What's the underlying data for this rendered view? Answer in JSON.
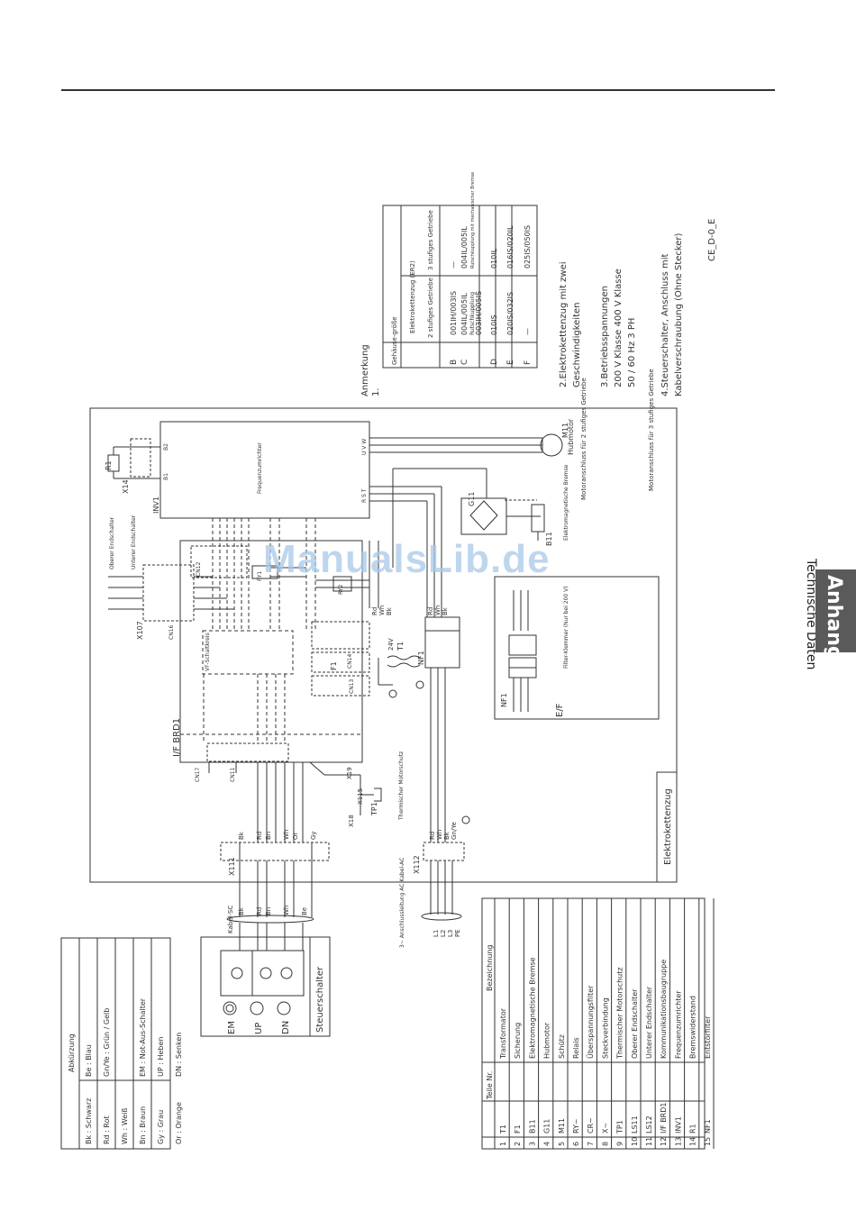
{
  "header": {
    "section": "Technische Daten",
    "tab": "Anhang"
  },
  "drawing_code": "CE_D-0_E",
  "watermark": "ManualsLib.de",
  "notes": {
    "title": "Anmerkung",
    "n1": "1.",
    "table": {
      "h_size": "Gehäuse-größe",
      "h_group": "Elektrokettenzug (ER2)",
      "h_2": "2 stufiges Getriebe",
      "h_3": "3 stufiges Getriebe",
      "rows": [
        {
          "size": "B",
          "c2": "001IH/003IS",
          "c3": "—"
        },
        {
          "size": "C",
          "c2": "004IL/005IL",
          "c3": "004IL/005IL"
        },
        {
          "size": "",
          "c2": "003IH/005IS",
          "c3": "—"
        },
        {
          "size": "D",
          "c2": "010IS",
          "c3": "010IL"
        },
        {
          "size": "E",
          "c2": "020IS/032IS",
          "c3": "016IS/020IL"
        },
        {
          "size": "F",
          "c2": "—",
          "c3": "025IS/050IS"
        }
      ],
      "c_sub2": "Rutschkupplung",
      "c_sub3": "Rutschkupplung mit mechanischer Bremse"
    },
    "n2a": "2.Elektrokettenzug mit zwei",
    "n2b": "Geschwindigkeiten",
    "n3a": "3.Betriebsspannungen",
    "n3b": "200 V Klasse 400 V Klasse",
    "n3c": "50 / 60 Hz 3 PH",
    "n4a": "4.Steuerschalter, Anschluss mit",
    "n4b": "Kabelverschraubung (Ohne Stecker)"
  },
  "schematic": {
    "main_label": "Elektrokettenzug",
    "inv": "INV1",
    "freq": "Frequenzumrichter",
    "brd": "I/F BRD1",
    "vf": "VF-Schaltkreis",
    "r1": "R1",
    "x14": "X14",
    "b1": "B1",
    "b2": "B2",
    "uvw": "U V W",
    "rst": "R S T",
    "m11": "M11",
    "hub": "Hubmotor",
    "mot2": "Motoranschluss für 2 stufiges Getriebe",
    "mot3": "Motoranschluss für 3 stufiges Getriebe",
    "g11": "G11",
    "b11": "B11",
    "brake": "Elektromagnetische Bremse",
    "endo": "Oberer Endschalter",
    "endu": "Unterer Endschalter",
    "x107": "X107",
    "ry1": "RY1",
    "ry2": "RY2",
    "t1": "T1",
    "v24": "24V",
    "f1": "F1",
    "nf1": "NF1",
    "filter": "Filter-Klemmer (Nur bei 200 V)",
    "ef": "E/F",
    "tp1": "TP1",
    "thermo": "Thermischer Motorschutz",
    "x19": "X19",
    "x115": "X115",
    "x18": "X18",
    "x111": "X111",
    "x112": "X112",
    "cn17": "CN17",
    "cn11": "CN11",
    "cn16": "CN16",
    "cn12": "CN12",
    "cn14": "CN14",
    "cn13": "CN13",
    "wires_top": [
      "Rd",
      "Wh",
      "Bk",
      "Rd",
      "Wh",
      "Bk"
    ],
    "wires_x111": [
      "Bk",
      "Rd",
      "Bn",
      "Wh",
      "Or",
      "Gy"
    ],
    "wires_kabel": [
      "Bk",
      "Rd",
      "Bn",
      "Wh",
      "Be"
    ],
    "wires_x112": [
      "Rd",
      "Wh",
      "Bk",
      "Gn/Ye"
    ],
    "kabel_sc": "Kabel-SC",
    "supply_label": "3~ Anschlussleitung AC Kabel-AC",
    "l_terms": [
      "L1",
      "L2",
      "L3",
      "PE"
    ],
    "control": "Steuerschalter",
    "btn_em": "EM",
    "btn_up": "UP",
    "btn_dn": "DN"
  },
  "abbr": {
    "title": "Abkürzung",
    "rows": [
      [
        "Bk : Schwarz",
        "Be : Blau"
      ],
      [
        "Rd : Rot",
        "Gn/Ye : Grün / Gelb"
      ],
      [
        "Wh : Weiß",
        ""
      ],
      [
        "Bn : Braun",
        "EM : Not-Aus-Schalter"
      ],
      [
        "Gy : Grau",
        "UP : Heben"
      ],
      [
        "Or : Orange",
        "DN : Senken"
      ]
    ]
  },
  "parts": {
    "h_no": "Teile Nr.",
    "h_name": "Bezeichnung",
    "rows": [
      [
        "1",
        "T1",
        "Transformator"
      ],
      [
        "2",
        "F1",
        "Sicherung"
      ],
      [
        "3",
        "B11",
        "Elektromagnetische Bremse"
      ],
      [
        "4",
        "G11",
        "Hubmotor"
      ],
      [
        "5",
        "M11",
        "Schütz"
      ],
      [
        "6",
        "RY~",
        "Relais"
      ],
      [
        "7",
        "CR~",
        "Überspannungsfilter"
      ],
      [
        "8",
        "X~",
        "Steckverbindung"
      ],
      [
        "9",
        "TP1",
        "Thermischer Motorschutz"
      ],
      [
        "10",
        "LS11",
        "Oberer Endschalter"
      ],
      [
        "11",
        "LS12",
        "Unterer Endschalter"
      ],
      [
        "12",
        "I/F BRD1",
        "Kommunikationsbaugruppe"
      ],
      [
        "13",
        "INV1",
        "Frequenzumrichter"
      ],
      [
        "14",
        "R1",
        "Bremswiderstand"
      ],
      [
        "15",
        "NF1",
        "Entstörfilter"
      ]
    ]
  }
}
